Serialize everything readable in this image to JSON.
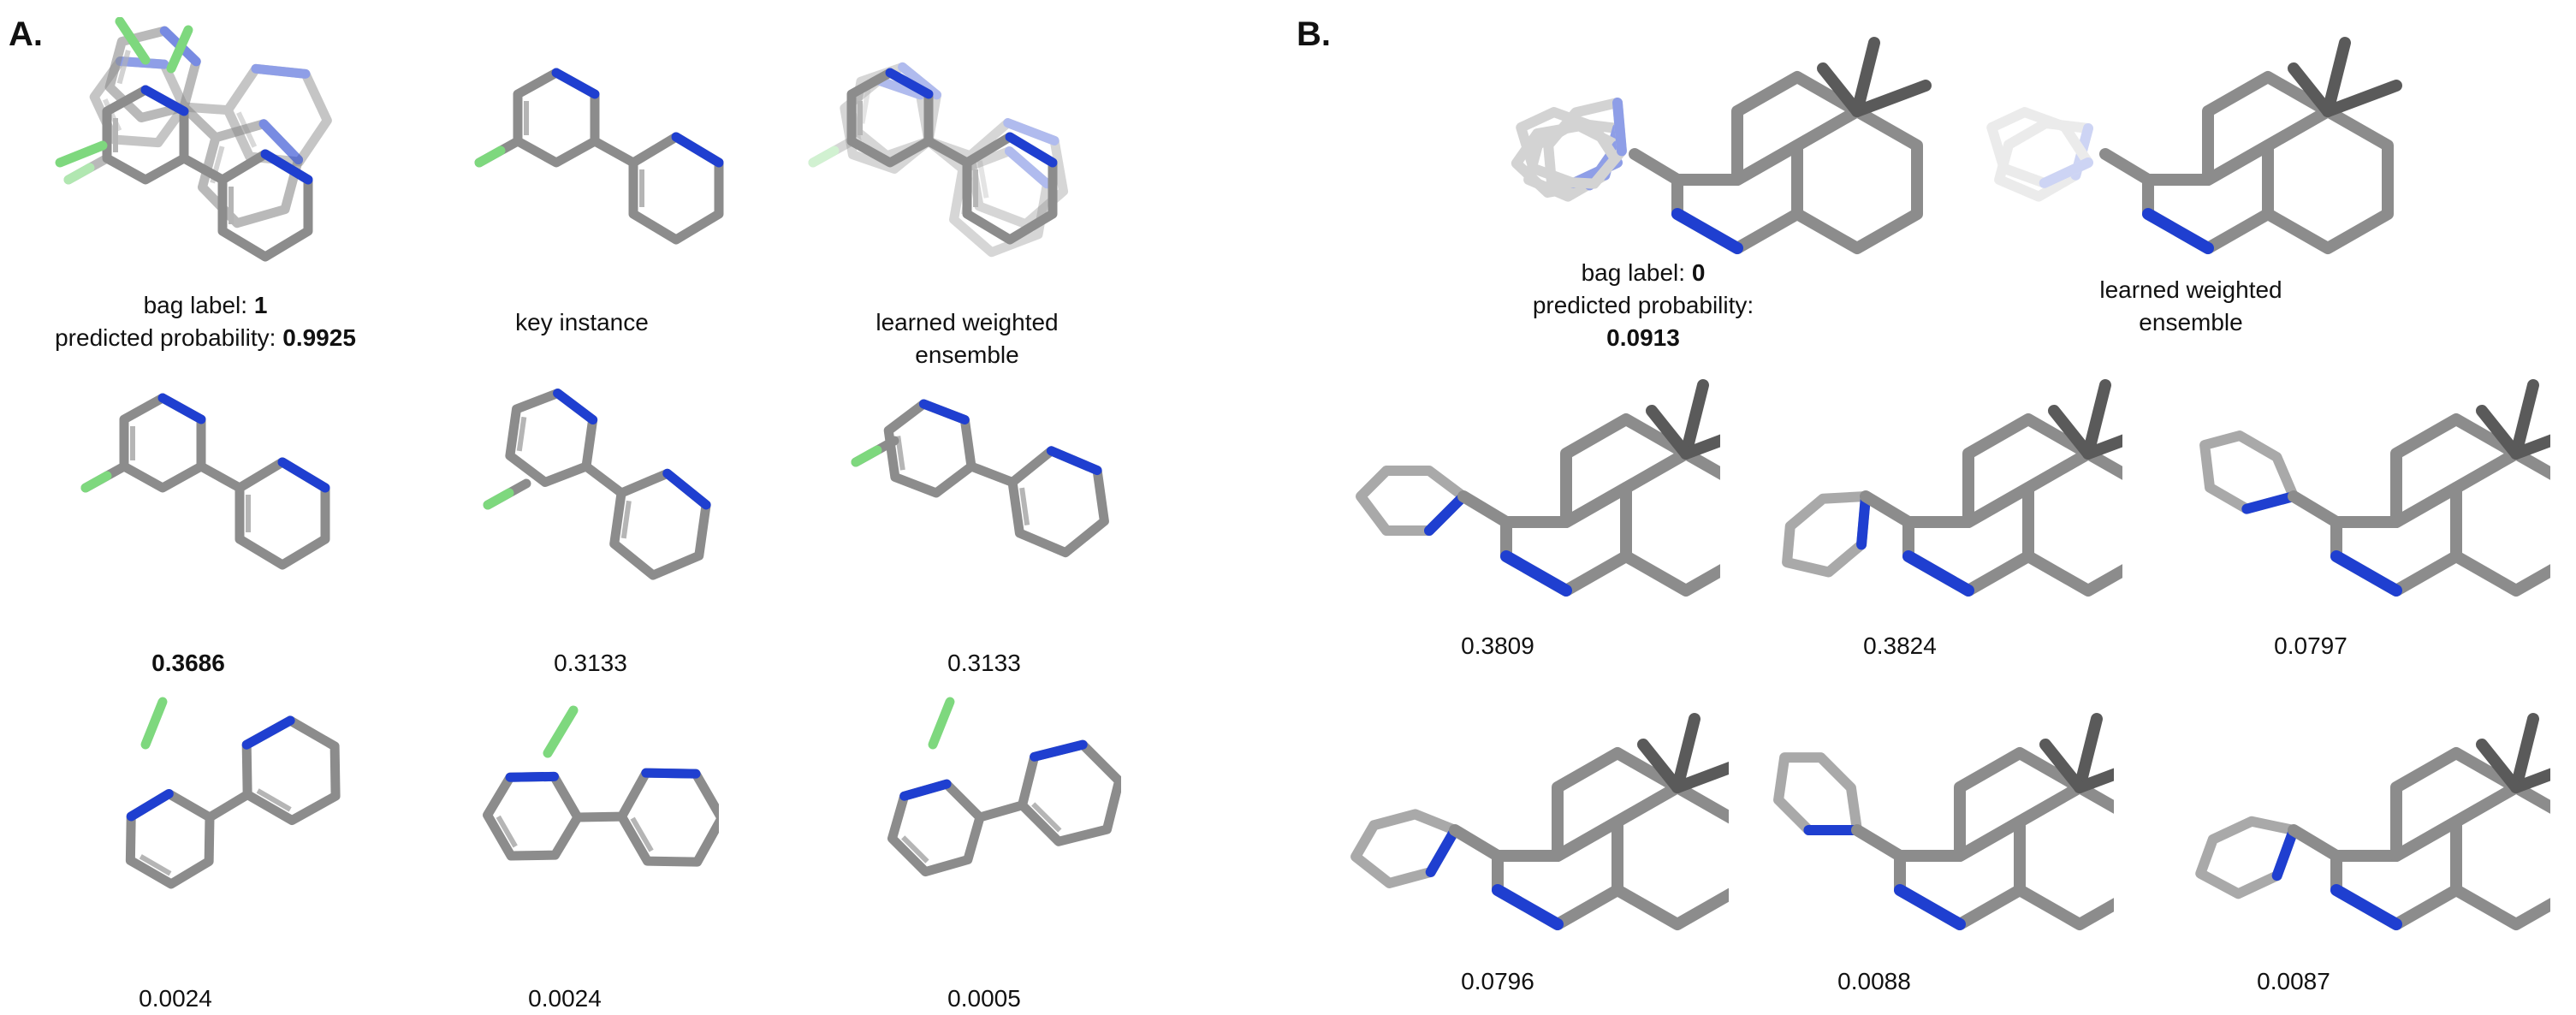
{
  "panels": {
    "a": {
      "label": "A.",
      "bag_caption": {
        "label_prefix": "bag label: ",
        "label_value": "1",
        "prob_prefix": "predicted probability: ",
        "prob_value": "0.9925"
      },
      "key_instance": "key instance",
      "ensemble_line1": "learned weighted",
      "ensemble_line2": "ensemble",
      "instances": [
        "0.3686",
        "0.3133",
        "0.3133",
        "0.0024",
        "0.0024",
        "0.0005"
      ]
    },
    "b": {
      "label": "B.",
      "bag_caption": {
        "label_prefix": "bag label: ",
        "label_value": "0",
        "prob_prefix": "predicted probability:",
        "prob_value": "0.0913"
      },
      "ensemble_line1": "learned weighted",
      "ensemble_line2": "ensemble",
      "instances": [
        "0.3809",
        "0.3824",
        "0.0797",
        "0.0796",
        "0.0088",
        "0.0087"
      ]
    }
  },
  "colors": {
    "carbon": "#8c8c8c",
    "carbon_dark": "#5a5a5a",
    "nitrogen": "#1f3fd0",
    "fluorine": "#7ed87e"
  }
}
